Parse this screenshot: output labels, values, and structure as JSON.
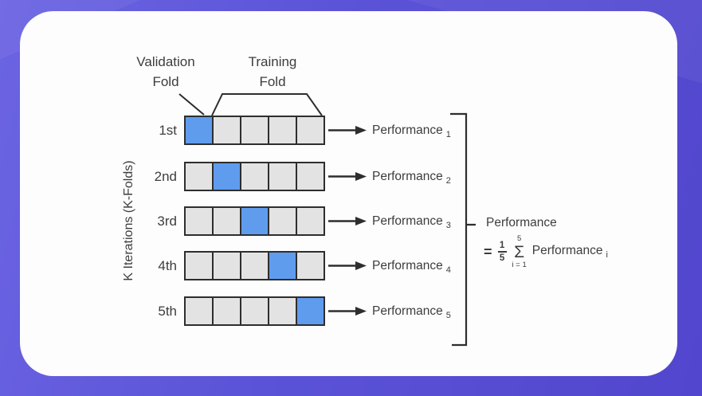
{
  "diagram": {
    "labels": {
      "validation_fold_line1": "Validation",
      "validation_fold_line2": "Fold",
      "training_fold_line1": "Training",
      "training_fold_line2": "Fold",
      "y_axis": "K Iterations (K-Folds)"
    },
    "folds_per_row": 5,
    "iterations": [
      {
        "label": "1st",
        "validation_index": 0,
        "performance_term": "Performance",
        "performance_sub": "1"
      },
      {
        "label": "2nd",
        "validation_index": 1,
        "performance_term": "Performance",
        "performance_sub": "2"
      },
      {
        "label": "3rd",
        "validation_index": 2,
        "performance_term": "Performance",
        "performance_sub": "3"
      },
      {
        "label": "4th",
        "validation_index": 3,
        "performance_term": "Performance",
        "performance_sub": "4"
      },
      {
        "label": "5th",
        "validation_index": 4,
        "performance_term": "Performance",
        "performance_sub": "5"
      }
    ],
    "summary": {
      "title": "Performance",
      "equals": "=",
      "fraction_numerator": "1",
      "fraction_denominator": "5",
      "sigma_upper": "5",
      "sigma_symbol": "Σ",
      "sigma_lower": "i = 1",
      "term": "Performance",
      "term_sub": "i"
    },
    "colors": {
      "background": "#5b53d7",
      "card": "#fdfdfe",
      "validation_fill": "#5f9cee",
      "training_fill": "#e3e3e3",
      "line": "#2e2e2e",
      "text": "#3d3d3d"
    }
  }
}
